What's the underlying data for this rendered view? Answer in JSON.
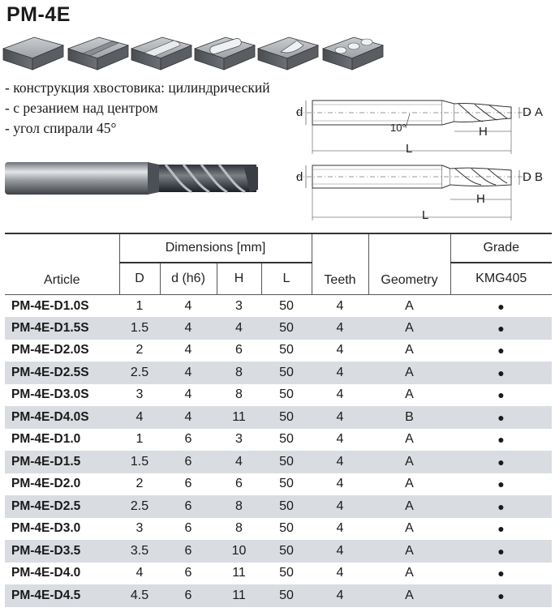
{
  "title": "PM-4E",
  "features": [
    "- конструкция хвостовика: цилиндрический",
    "- с резанием над центром",
    "- угол спирали 45°"
  ],
  "diagram": {
    "label_d": "d",
    "label_D": "D",
    "label_H": "H",
    "label_L": "L",
    "angle": "10°",
    "geom_a": "A",
    "geom_b": "B"
  },
  "table": {
    "headers": {
      "article": "Article",
      "dimensions": "Dimensions [mm]",
      "D": "D",
      "d": "d (h6)",
      "H": "H",
      "L": "L",
      "teeth": "Teeth",
      "geometry": "Geometry",
      "grade": "Grade",
      "grade_name": "KMG405"
    },
    "rows": [
      {
        "article": "PM-4E-D1.0S",
        "D": "1",
        "d": "4",
        "H": "3",
        "L": "50",
        "teeth": "4",
        "geometry": "A",
        "grade": "●"
      },
      {
        "article": "PM-4E-D1.5S",
        "D": "1.5",
        "d": "4",
        "H": "4",
        "L": "50",
        "teeth": "4",
        "geometry": "A",
        "grade": "●"
      },
      {
        "article": "PM-4E-D2.0S",
        "D": "2",
        "d": "4",
        "H": "6",
        "L": "50",
        "teeth": "4",
        "geometry": "A",
        "grade": "●"
      },
      {
        "article": "PM-4E-D2.5S",
        "D": "2.5",
        "d": "4",
        "H": "8",
        "L": "50",
        "teeth": "4",
        "geometry": "A",
        "grade": "●"
      },
      {
        "article": "PM-4E-D3.0S",
        "D": "3",
        "d": "4",
        "H": "8",
        "L": "50",
        "teeth": "4",
        "geometry": "A",
        "grade": "●"
      },
      {
        "article": "PM-4E-D4.0S",
        "D": "4",
        "d": "4",
        "H": "11",
        "L": "50",
        "teeth": "4",
        "geometry": "B",
        "grade": "●"
      },
      {
        "article": "PM-4E-D1.0",
        "D": "1",
        "d": "6",
        "H": "3",
        "L": "50",
        "teeth": "4",
        "geometry": "A",
        "grade": "●"
      },
      {
        "article": "PM-4E-D1.5",
        "D": "1.5",
        "d": "6",
        "H": "4",
        "L": "50",
        "teeth": "4",
        "geometry": "A",
        "grade": "●"
      },
      {
        "article": "PM-4E-D2.0",
        "D": "2",
        "d": "6",
        "H": "6",
        "L": "50",
        "teeth": "4",
        "geometry": "A",
        "grade": "●"
      },
      {
        "article": "PM-4E-D2.5",
        "D": "2.5",
        "d": "6",
        "H": "8",
        "L": "50",
        "teeth": "4",
        "geometry": "A",
        "grade": "●"
      },
      {
        "article": "PM-4E-D3.0",
        "D": "3",
        "d": "6",
        "H": "8",
        "L": "50",
        "teeth": "4",
        "geometry": "A",
        "grade": "●"
      },
      {
        "article": "PM-4E-D3.5",
        "D": "3.5",
        "d": "6",
        "H": "10",
        "L": "50",
        "teeth": "4",
        "geometry": "A",
        "grade": "●"
      },
      {
        "article": "PM-4E-D4.0",
        "D": "4",
        "d": "6",
        "H": "11",
        "L": "50",
        "teeth": "4",
        "geometry": "A",
        "grade": "●"
      },
      {
        "article": "PM-4E-D4.5",
        "D": "4.5",
        "d": "6",
        "H": "11",
        "L": "50",
        "teeth": "4",
        "geometry": "A",
        "grade": "●"
      }
    ]
  }
}
